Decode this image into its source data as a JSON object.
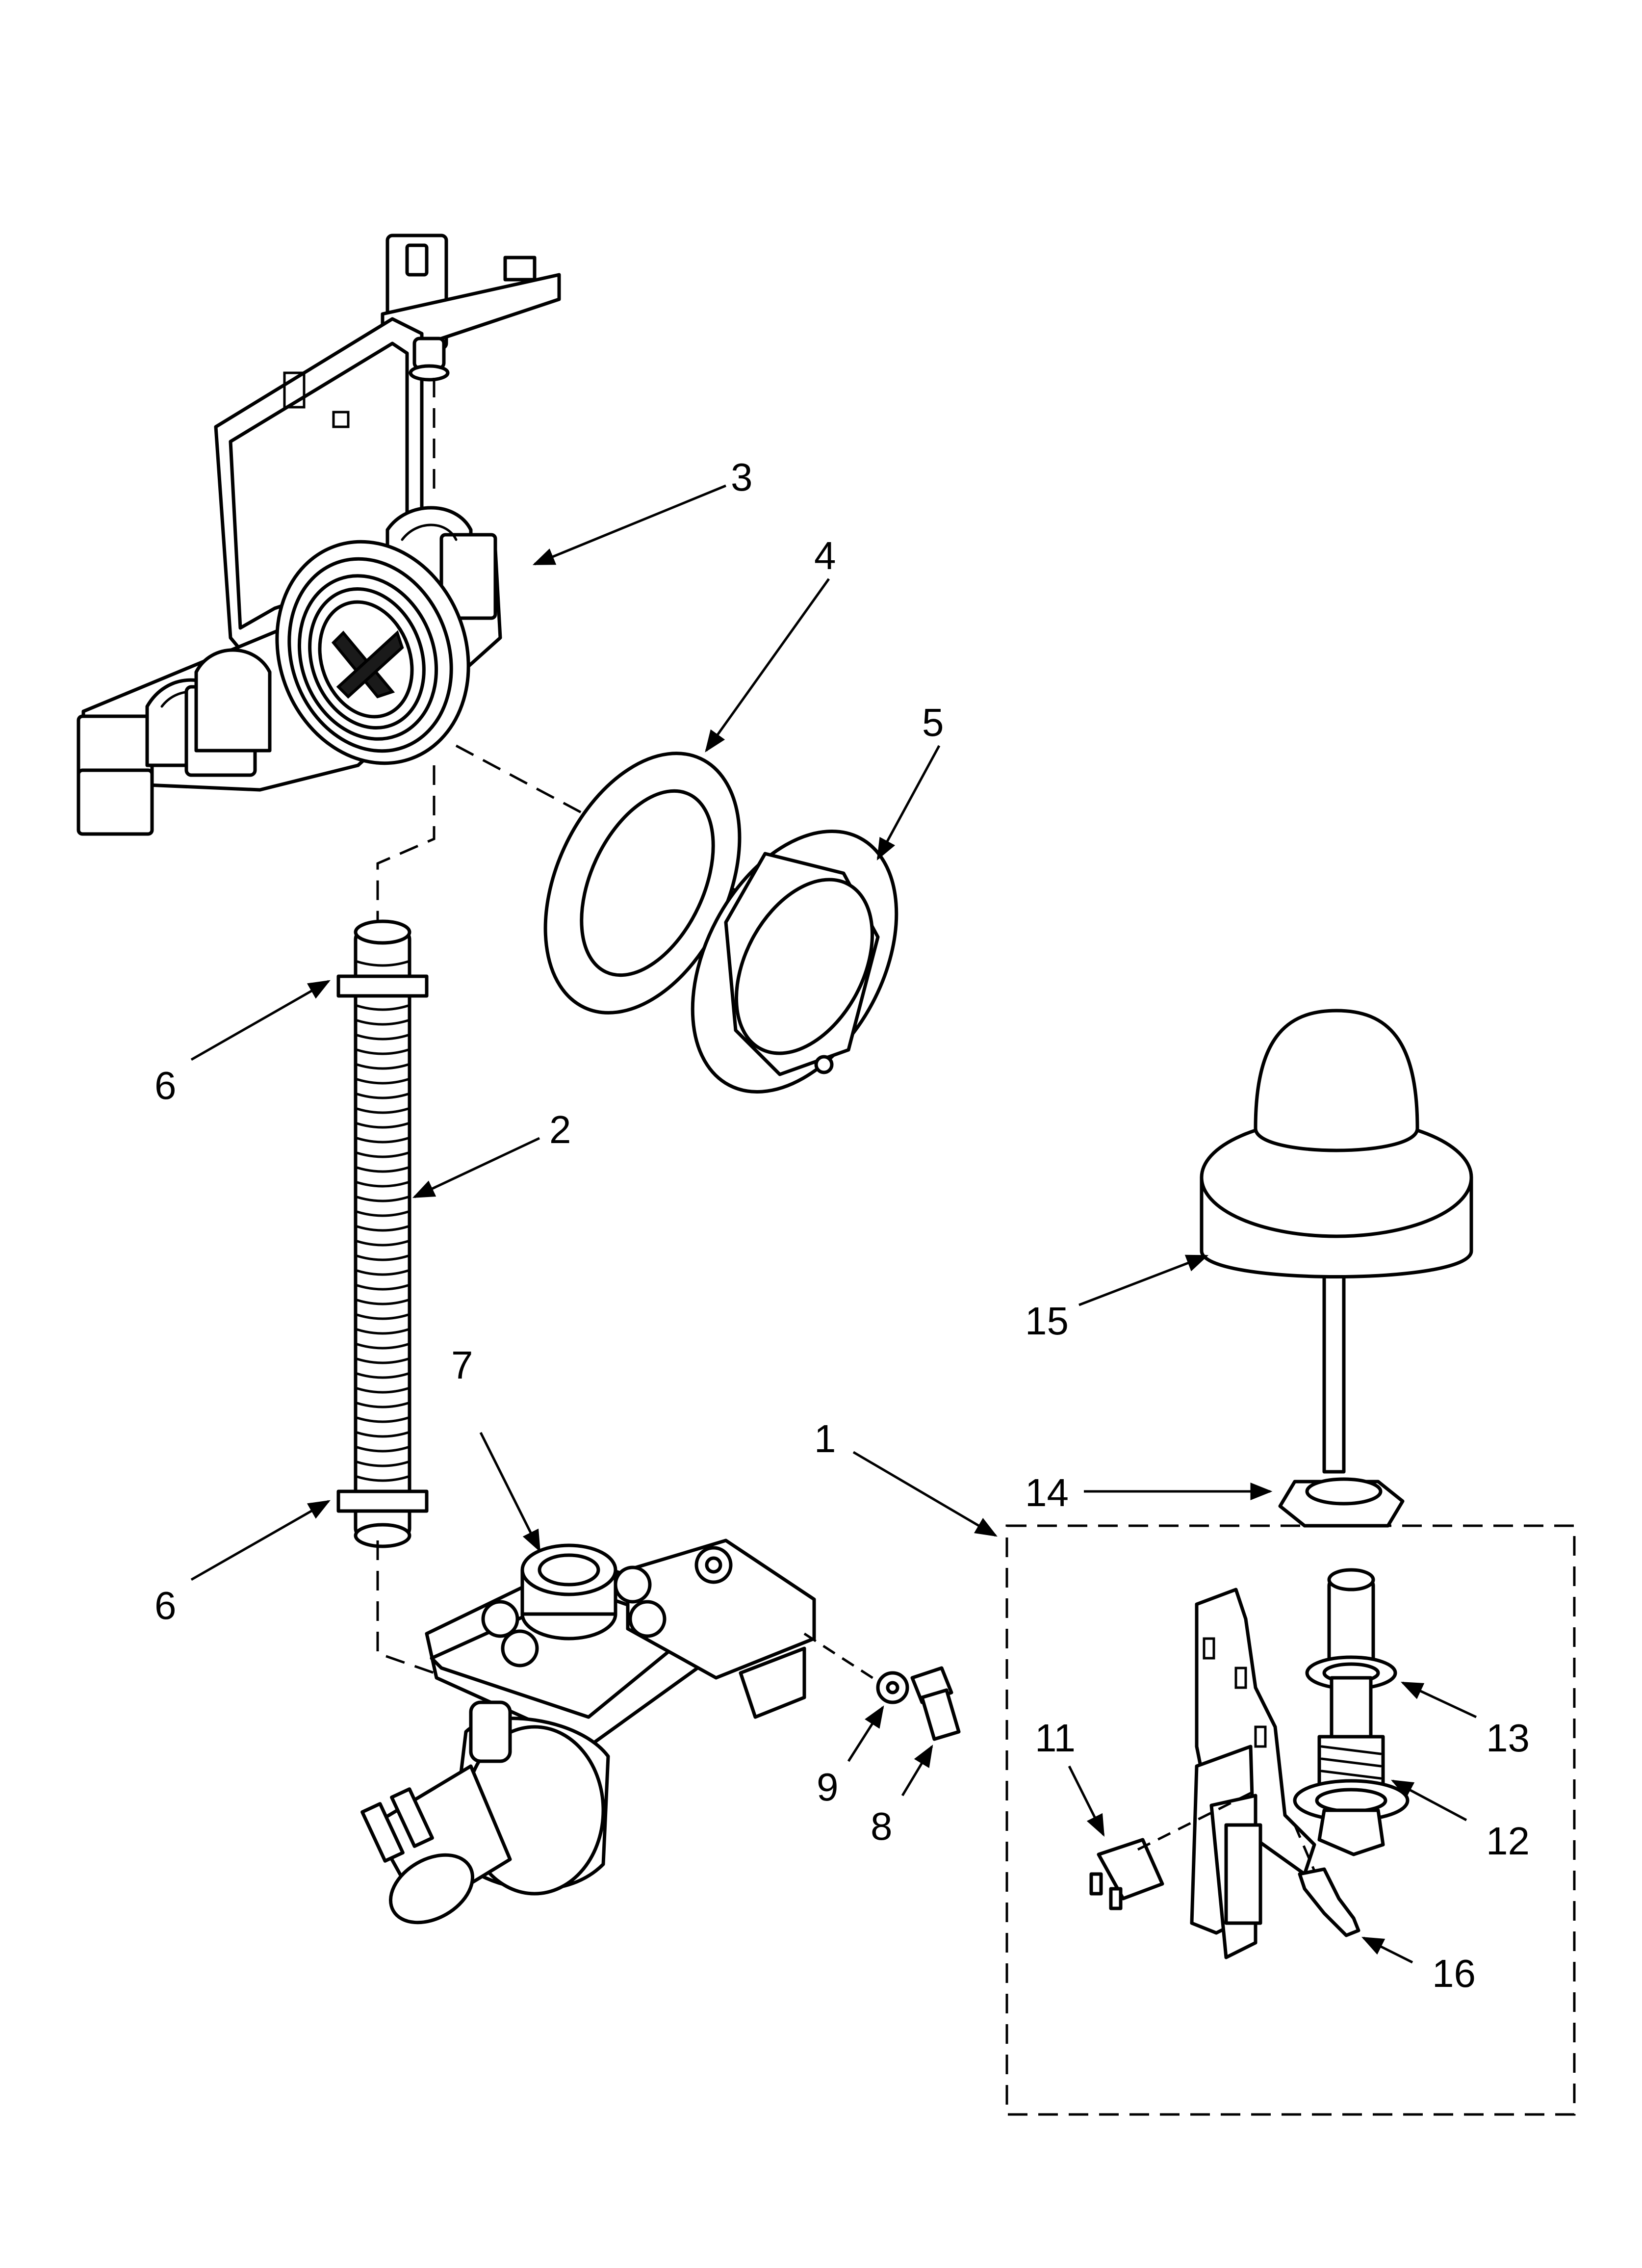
{
  "labels": {
    "l1": "1",
    "l2": "2",
    "l3": "3",
    "l4": "4",
    "l5": "5",
    "l6a": "6",
    "l6b": "6",
    "l7": "7",
    "l8": "8",
    "l9": "9",
    "l11": "11",
    "l12": "12",
    "l13": "13",
    "l14": "14",
    "l15": "15",
    "l16": "16"
  }
}
